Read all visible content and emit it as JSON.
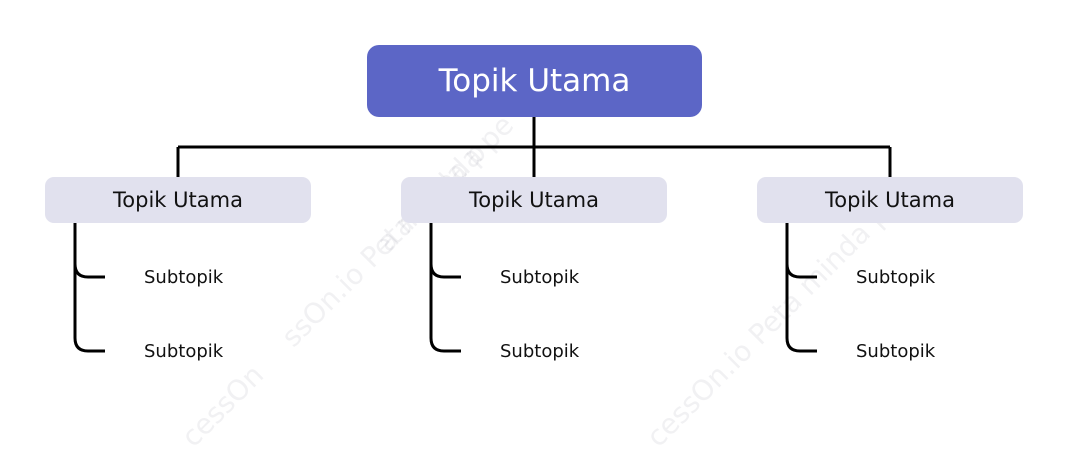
{
  "colors": {
    "root_fill": "#5c66c6",
    "root_text": "#ffffff",
    "main_fill": "#e1e1ee",
    "line": "#000000"
  },
  "watermark": {
    "fragments": [
      "ssOn.io Peta minda pe",
      "a minda p",
      "cessOn",
      "cessOn.io Peta minda pe"
    ]
  },
  "root": {
    "label": "Topik Utama"
  },
  "branches": [
    {
      "label": "Topik Utama",
      "subtopics": [
        "Subtopik",
        "Subtopik"
      ]
    },
    {
      "label": "Topik Utama",
      "subtopics": [
        "Subtopik",
        "Subtopik"
      ]
    },
    {
      "label": "Topik Utama",
      "subtopics": [
        "Subtopik",
        "Subtopik"
      ]
    }
  ]
}
